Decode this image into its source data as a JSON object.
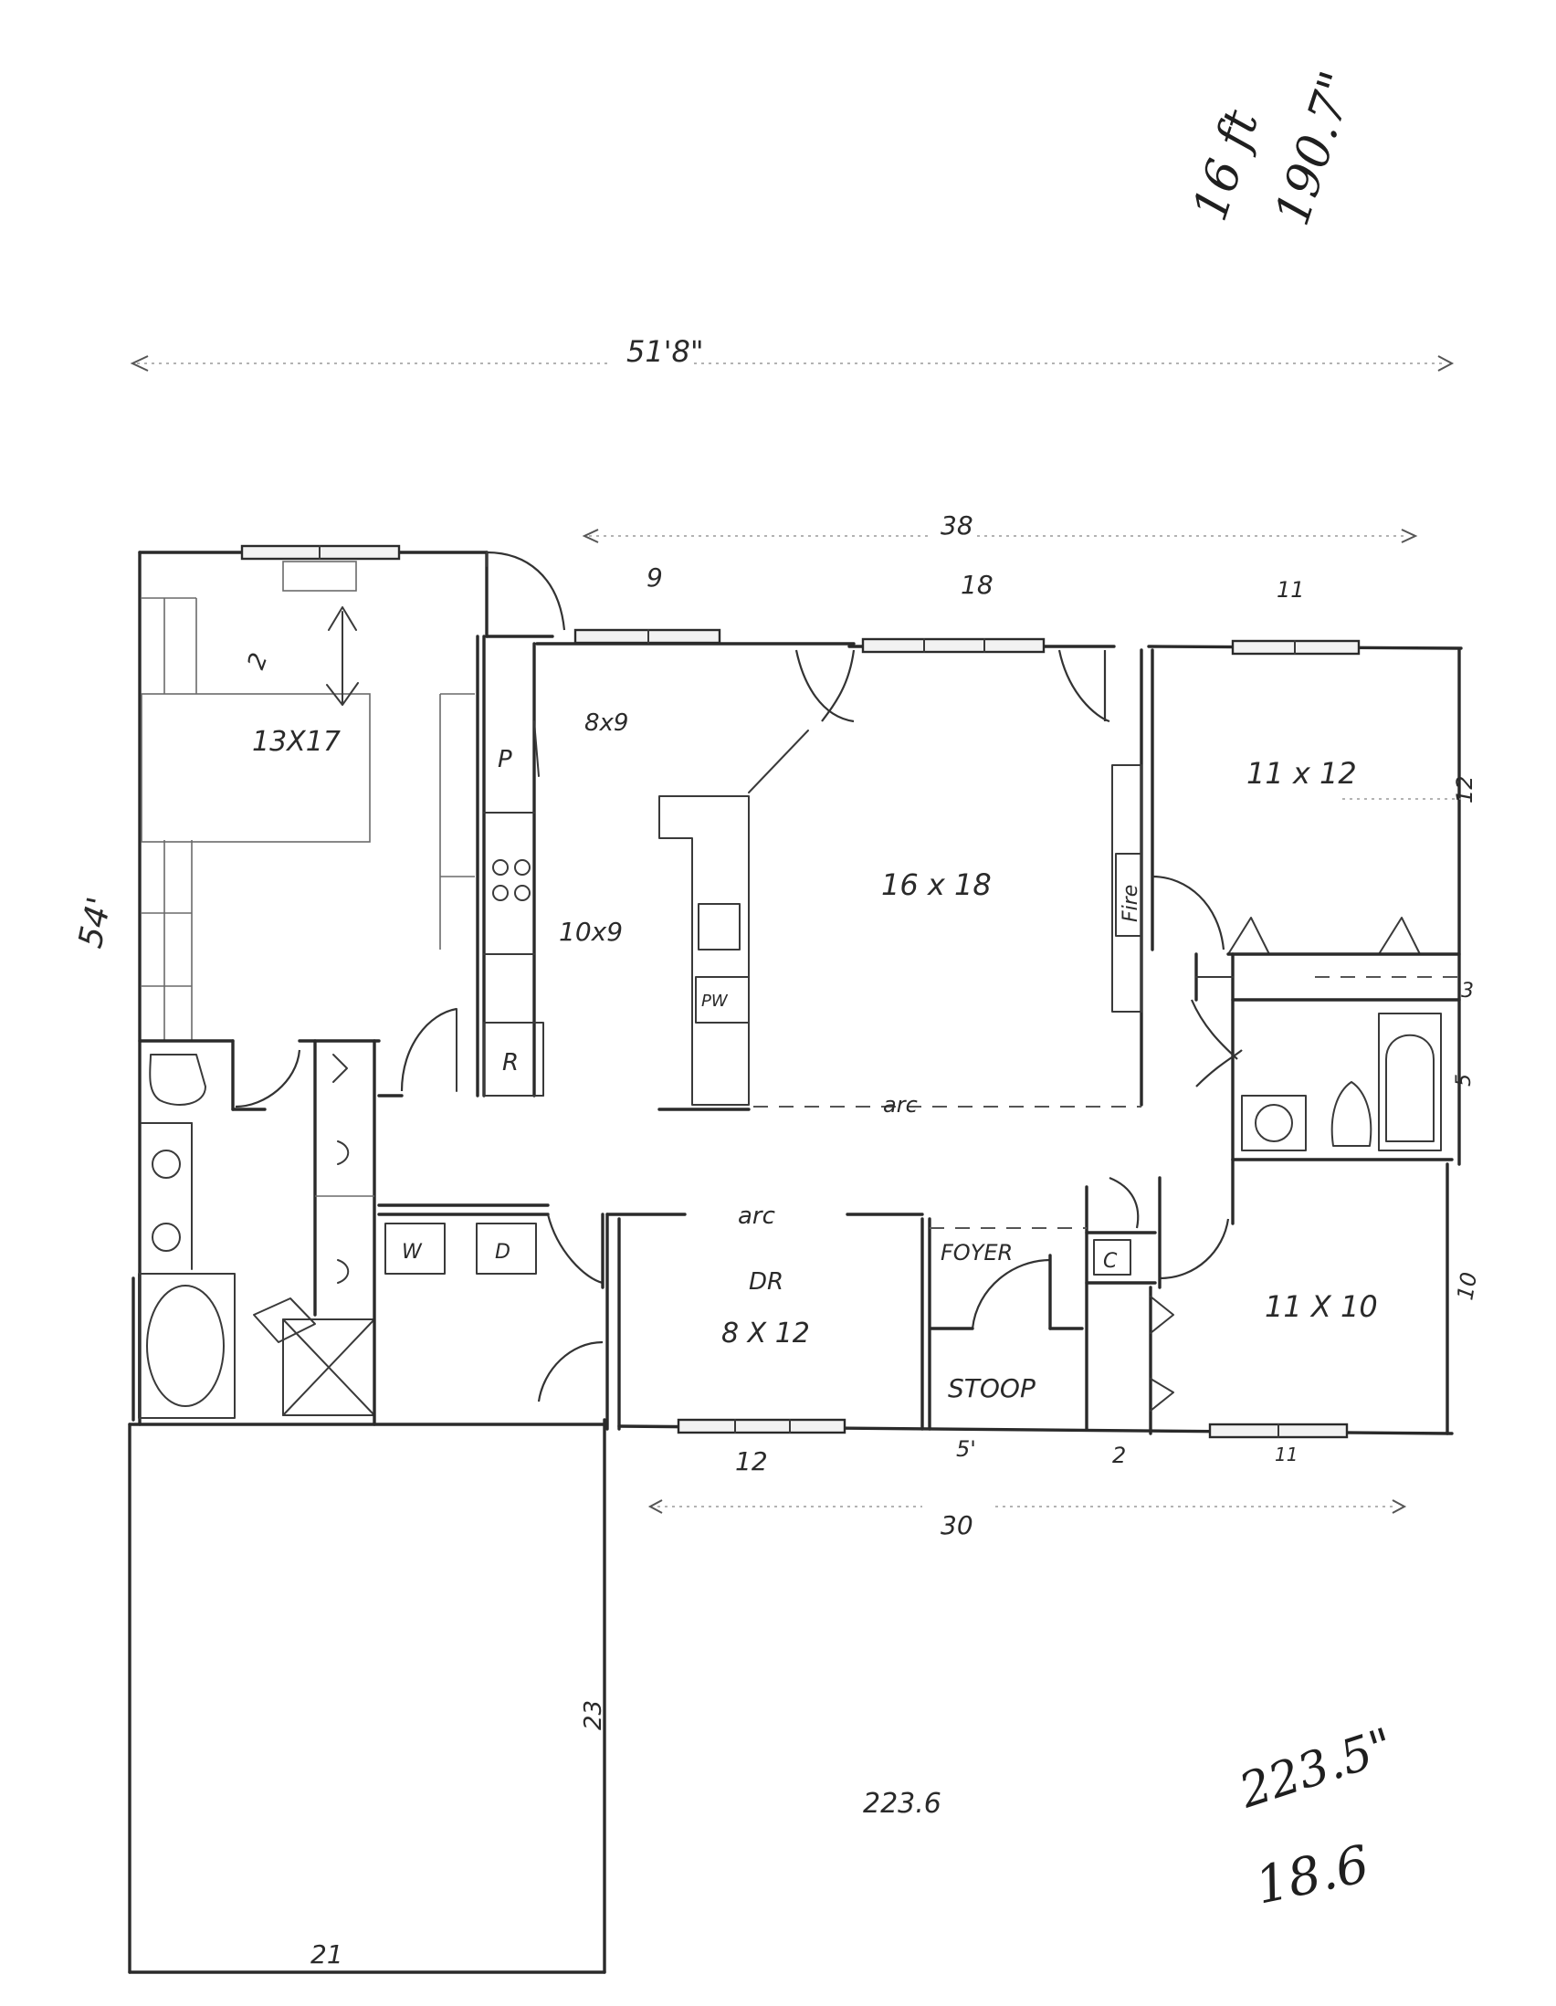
{
  "notes": {
    "top_right_1": "16 ft",
    "top_right_2": "190.7\"",
    "bottom_right_1": "223.5\"",
    "bottom_right_2": "18.6",
    "scribble": "223.6"
  },
  "dimensions": {
    "overall_width": "51'8\"",
    "rear_width": "38",
    "rear_seg_1": "9",
    "rear_seg_2": "18",
    "rear_seg_3": "11",
    "overall_depth": "54'",
    "right_depth_1": "12",
    "right_depth_2": "3",
    "right_depth_3": "5",
    "right_depth_4": "10",
    "front_width": "30",
    "front_seg_1": "12",
    "front_seg_2": "5'",
    "front_seg_3": "2",
    "front_seg_4": "11",
    "garage_depth": "23",
    "garage_width": "21"
  },
  "rooms": {
    "master": "13X17",
    "nook": "8x9",
    "kitchen": "10x9",
    "great_room": "16 x 18",
    "bedroom_2": "11 x 12",
    "bedroom_3": "11 X 10",
    "dining_title": "DR",
    "dining_size": "8 X 12",
    "foyer": "FOYER",
    "stoop": "STOOP",
    "closet": "C",
    "pantry": "PW",
    "fireplace": "Fire",
    "refrigerator": "R",
    "pantry_p": "P",
    "washer": "W",
    "dryer": "D",
    "arch_1": "arc",
    "arch_2": "arc"
  }
}
